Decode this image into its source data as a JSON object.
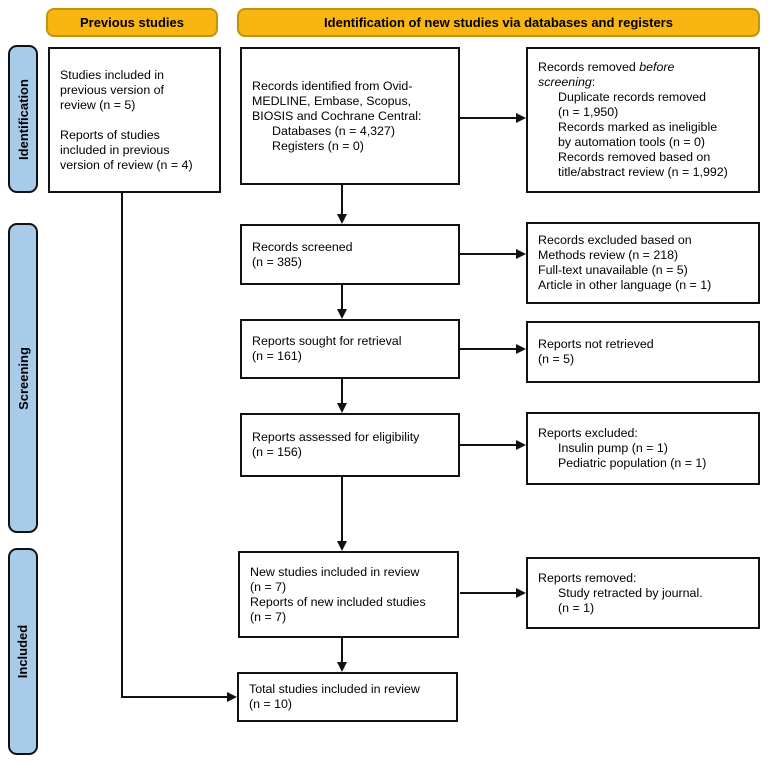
{
  "headers": {
    "previous": "Previous studies",
    "new": "Identification of new studies via databases and registers"
  },
  "stages": [
    {
      "label": "Identification"
    },
    {
      "label": "Screening"
    },
    {
      "label": "Included"
    }
  ],
  "colors": {
    "header_fill": "#F9B512",
    "header_border": "#C8910B",
    "stage_fill": "#A9CBEA",
    "line_color": "#111111"
  },
  "boxes": {
    "previous_studies": {
      "lines": [
        {
          "seg": [
            {
              "t": "Studies included in"
            }
          ]
        },
        {
          "seg": [
            {
              "t": "previous version of"
            }
          ]
        },
        {
          "seg": [
            {
              "t": "review (n = 5)"
            }
          ]
        },
        {
          "gap": 1
        },
        {
          "seg": [
            {
              "t": "Reports of studies"
            }
          ]
        },
        {
          "seg": [
            {
              "t": "included in previous"
            }
          ]
        },
        {
          "seg": [
            {
              "t": "version of review (n = 4)"
            }
          ]
        }
      ]
    },
    "records_identified": {
      "lines": [
        {
          "seg": [
            {
              "t": "Records identified from Ovid-"
            }
          ]
        },
        {
          "seg": [
            {
              "t": "MEDLINE, Embase, Scopus,"
            }
          ]
        },
        {
          "seg": [
            {
              "t": "BIOSIS and Cochrane Central:"
            }
          ]
        },
        {
          "ind": 1,
          "seg": [
            {
              "t": "Databases (n = 4,327)"
            }
          ]
        },
        {
          "ind": 1,
          "seg": [
            {
              "t": "Registers (n = 0)"
            }
          ]
        }
      ]
    },
    "records_removed_before_screening": {
      "lines": [
        {
          "seg": [
            {
              "t": "Records removed "
            },
            {
              "t": "before",
              "i": 1
            }
          ]
        },
        {
          "seg": [
            {
              "t": "screening",
              "i": 1
            },
            {
              "t": ":"
            }
          ]
        },
        {
          "ind": 1,
          "seg": [
            {
              "t": "Duplicate records removed"
            }
          ]
        },
        {
          "ind": 1,
          "seg": [
            {
              "t": "(n = 1,950)"
            }
          ]
        },
        {
          "ind": 1,
          "seg": [
            {
              "t": "Records marked as ineligible"
            }
          ]
        },
        {
          "ind": 1,
          "seg": [
            {
              "t": "by automation tools (n = 0)"
            }
          ]
        },
        {
          "ind": 1,
          "seg": [
            {
              "t": "Records removed based on"
            }
          ]
        },
        {
          "ind": 1,
          "seg": [
            {
              "t": "title/abstract review (n = 1,992)"
            }
          ]
        }
      ]
    },
    "records_screened": {
      "lines": [
        {
          "seg": [
            {
              "t": "Records screened"
            }
          ]
        },
        {
          "seg": [
            {
              "t": "(n = 385)"
            }
          ]
        }
      ]
    },
    "records_excluded": {
      "lines": [
        {
          "seg": [
            {
              "t": "Records excluded based on"
            }
          ]
        },
        {
          "seg": [
            {
              "t": "Methods review (n = 218)"
            }
          ]
        },
        {
          "seg": [
            {
              "t": "Full-text unavailable (n = 5)"
            }
          ]
        },
        {
          "seg": [
            {
              "t": "Article in other language (n = 1)"
            }
          ]
        }
      ]
    },
    "reports_sought": {
      "lines": [
        {
          "seg": [
            {
              "t": "Reports sought for retrieval"
            }
          ]
        },
        {
          "seg": [
            {
              "t": "(n = 161)"
            }
          ]
        }
      ]
    },
    "reports_not_retrieved": {
      "lines": [
        {
          "seg": [
            {
              "t": "Reports not retrieved"
            }
          ]
        },
        {
          "seg": [
            {
              "t": "(n = 5)"
            }
          ]
        }
      ]
    },
    "reports_assessed": {
      "lines": [
        {
          "seg": [
            {
              "t": "Reports assessed for eligibility"
            }
          ]
        },
        {
          "seg": [
            {
              "t": "(n = 156)"
            }
          ]
        }
      ]
    },
    "reports_excluded": {
      "lines": [
        {
          "seg": [
            {
              "t": "Reports excluded:"
            }
          ]
        },
        {
          "ind": 1,
          "seg": [
            {
              "t": "Insulin pump (n = 1)"
            }
          ]
        },
        {
          "ind": 1,
          "seg": [
            {
              "t": "Pediatric population (n = 1)"
            }
          ]
        }
      ]
    },
    "new_studies_included": {
      "lines": [
        {
          "seg": [
            {
              "t": "New studies included in review"
            }
          ]
        },
        {
          "seg": [
            {
              "t": "(n = 7)"
            }
          ]
        },
        {
          "seg": [
            {
              "t": "Reports of new included studies"
            }
          ]
        },
        {
          "seg": [
            {
              "t": "(n = 7)"
            }
          ]
        }
      ]
    },
    "reports_removed": {
      "lines": [
        {
          "seg": [
            {
              "t": "Reports removed:"
            }
          ]
        },
        {
          "ind": 1,
          "seg": [
            {
              "t": "Study retracted by journal."
            }
          ]
        },
        {
          "ind": 1,
          "seg": [
            {
              "t": "(n = 1)"
            }
          ]
        }
      ]
    },
    "total_studies": {
      "lines": [
        {
          "seg": [
            {
              "t": "Total studies included in review"
            }
          ]
        },
        {
          "seg": [
            {
              "t": "(n = 10)"
            }
          ]
        }
      ]
    }
  }
}
